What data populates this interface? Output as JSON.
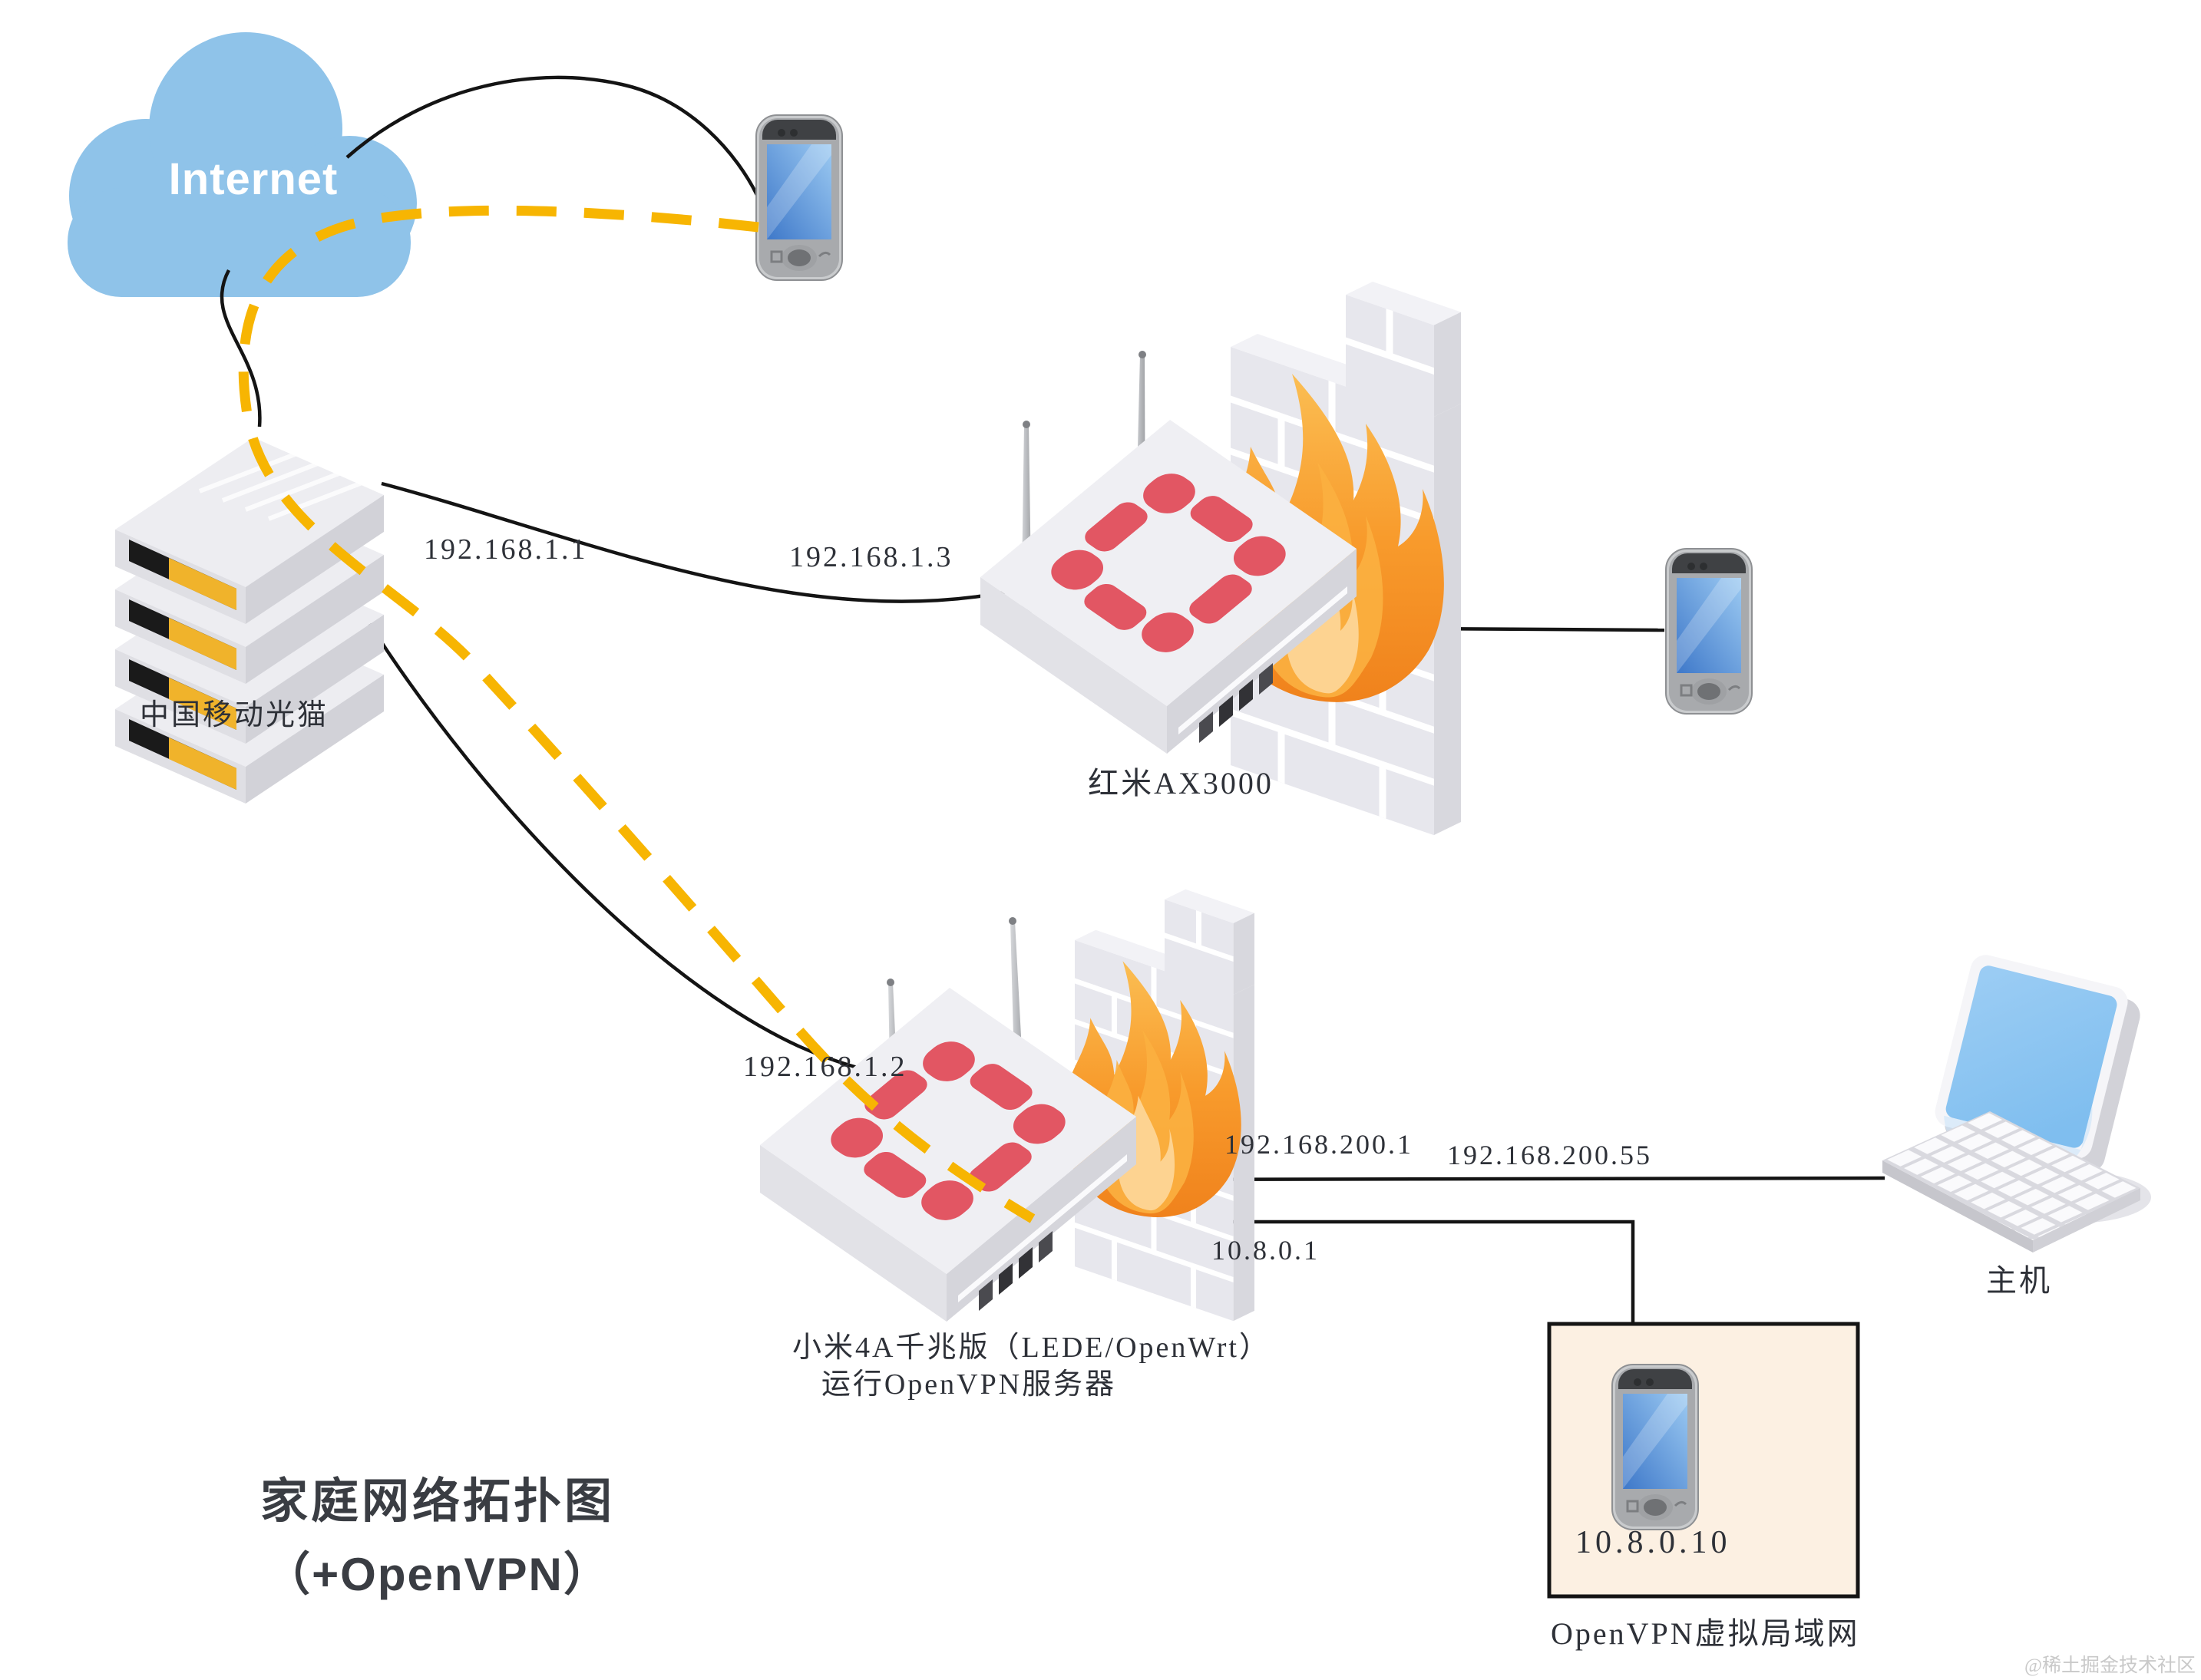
{
  "title": {
    "line1": "家庭网络拓扑图",
    "line2": "（+OpenVPN）"
  },
  "internet": {
    "label": "Internet"
  },
  "devices": {
    "modem": {
      "label": "中国移动光猫"
    },
    "router1": {
      "label": "红米AX3000"
    },
    "router2": {
      "label_line1": "小米4A千兆版（LEDE/OpenWrt）",
      "label_line2": "运行OpenVPN服务器"
    },
    "host": {
      "label": "主机"
    },
    "vpn_lan": {
      "label": "OpenVPN虚拟局域网",
      "client_ip": "10.8.0.10"
    }
  },
  "ip_labels": {
    "modem_lan": "192.168.1.1",
    "router1_wan": "192.168.1.3",
    "router2_wan": "192.168.1.2",
    "router2_lan": "192.168.200.1",
    "host_ip": "192.168.200.55",
    "vpn_gateway": "10.8.0.1"
  },
  "watermark": "@稀土掘金技术社区",
  "colors": {
    "cloud": "#8fc3e9",
    "tunnel_yellow": "#f7b502",
    "line_black": "#141414",
    "router_red": "#e25663",
    "vpn_box_bg": "#fcf0e2",
    "flame_orange": "#f6921e"
  }
}
